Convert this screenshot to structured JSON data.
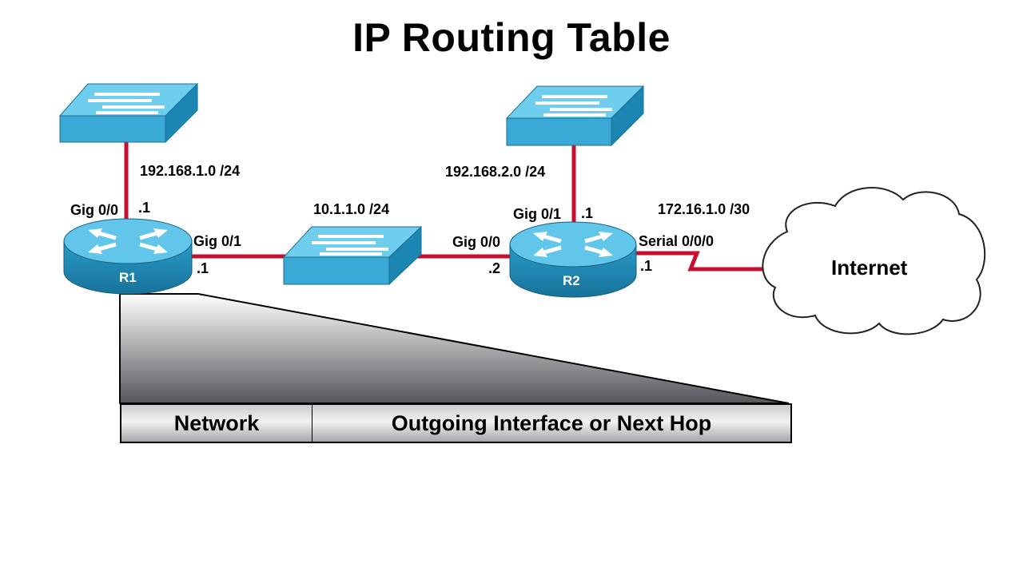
{
  "title": "IP Routing Table",
  "routers": {
    "r1": "R1",
    "r2": "R2"
  },
  "cloud": {
    "label": "Internet"
  },
  "labels": {
    "net_lan1": "192.168.1.0 /24",
    "net_transit": "10.1.1.0 /24",
    "net_lan2": "192.168.2.0 /24",
    "net_wan": "172.16.1.0 /30",
    "r1_gig00": "Gig 0/0",
    "r1_gig00_ip": ".1",
    "r1_gig01": "Gig 0/1",
    "r1_gig01_ip": ".1",
    "r2_gig00": "Gig 0/0",
    "r2_gig00_ip": ".2",
    "r2_gig01": "Gig 0/1",
    "r2_gig01_ip": ".1",
    "r2_serial": "Serial 0/0/0",
    "r2_serial_ip": ".1"
  },
  "table": {
    "headers": [
      "Network",
      "Outgoing Interface or Next Hop"
    ]
  },
  "colors": {
    "link": "#c8102e",
    "device_top": "#5fc4e8",
    "device_side": "#1c8cba"
  }
}
